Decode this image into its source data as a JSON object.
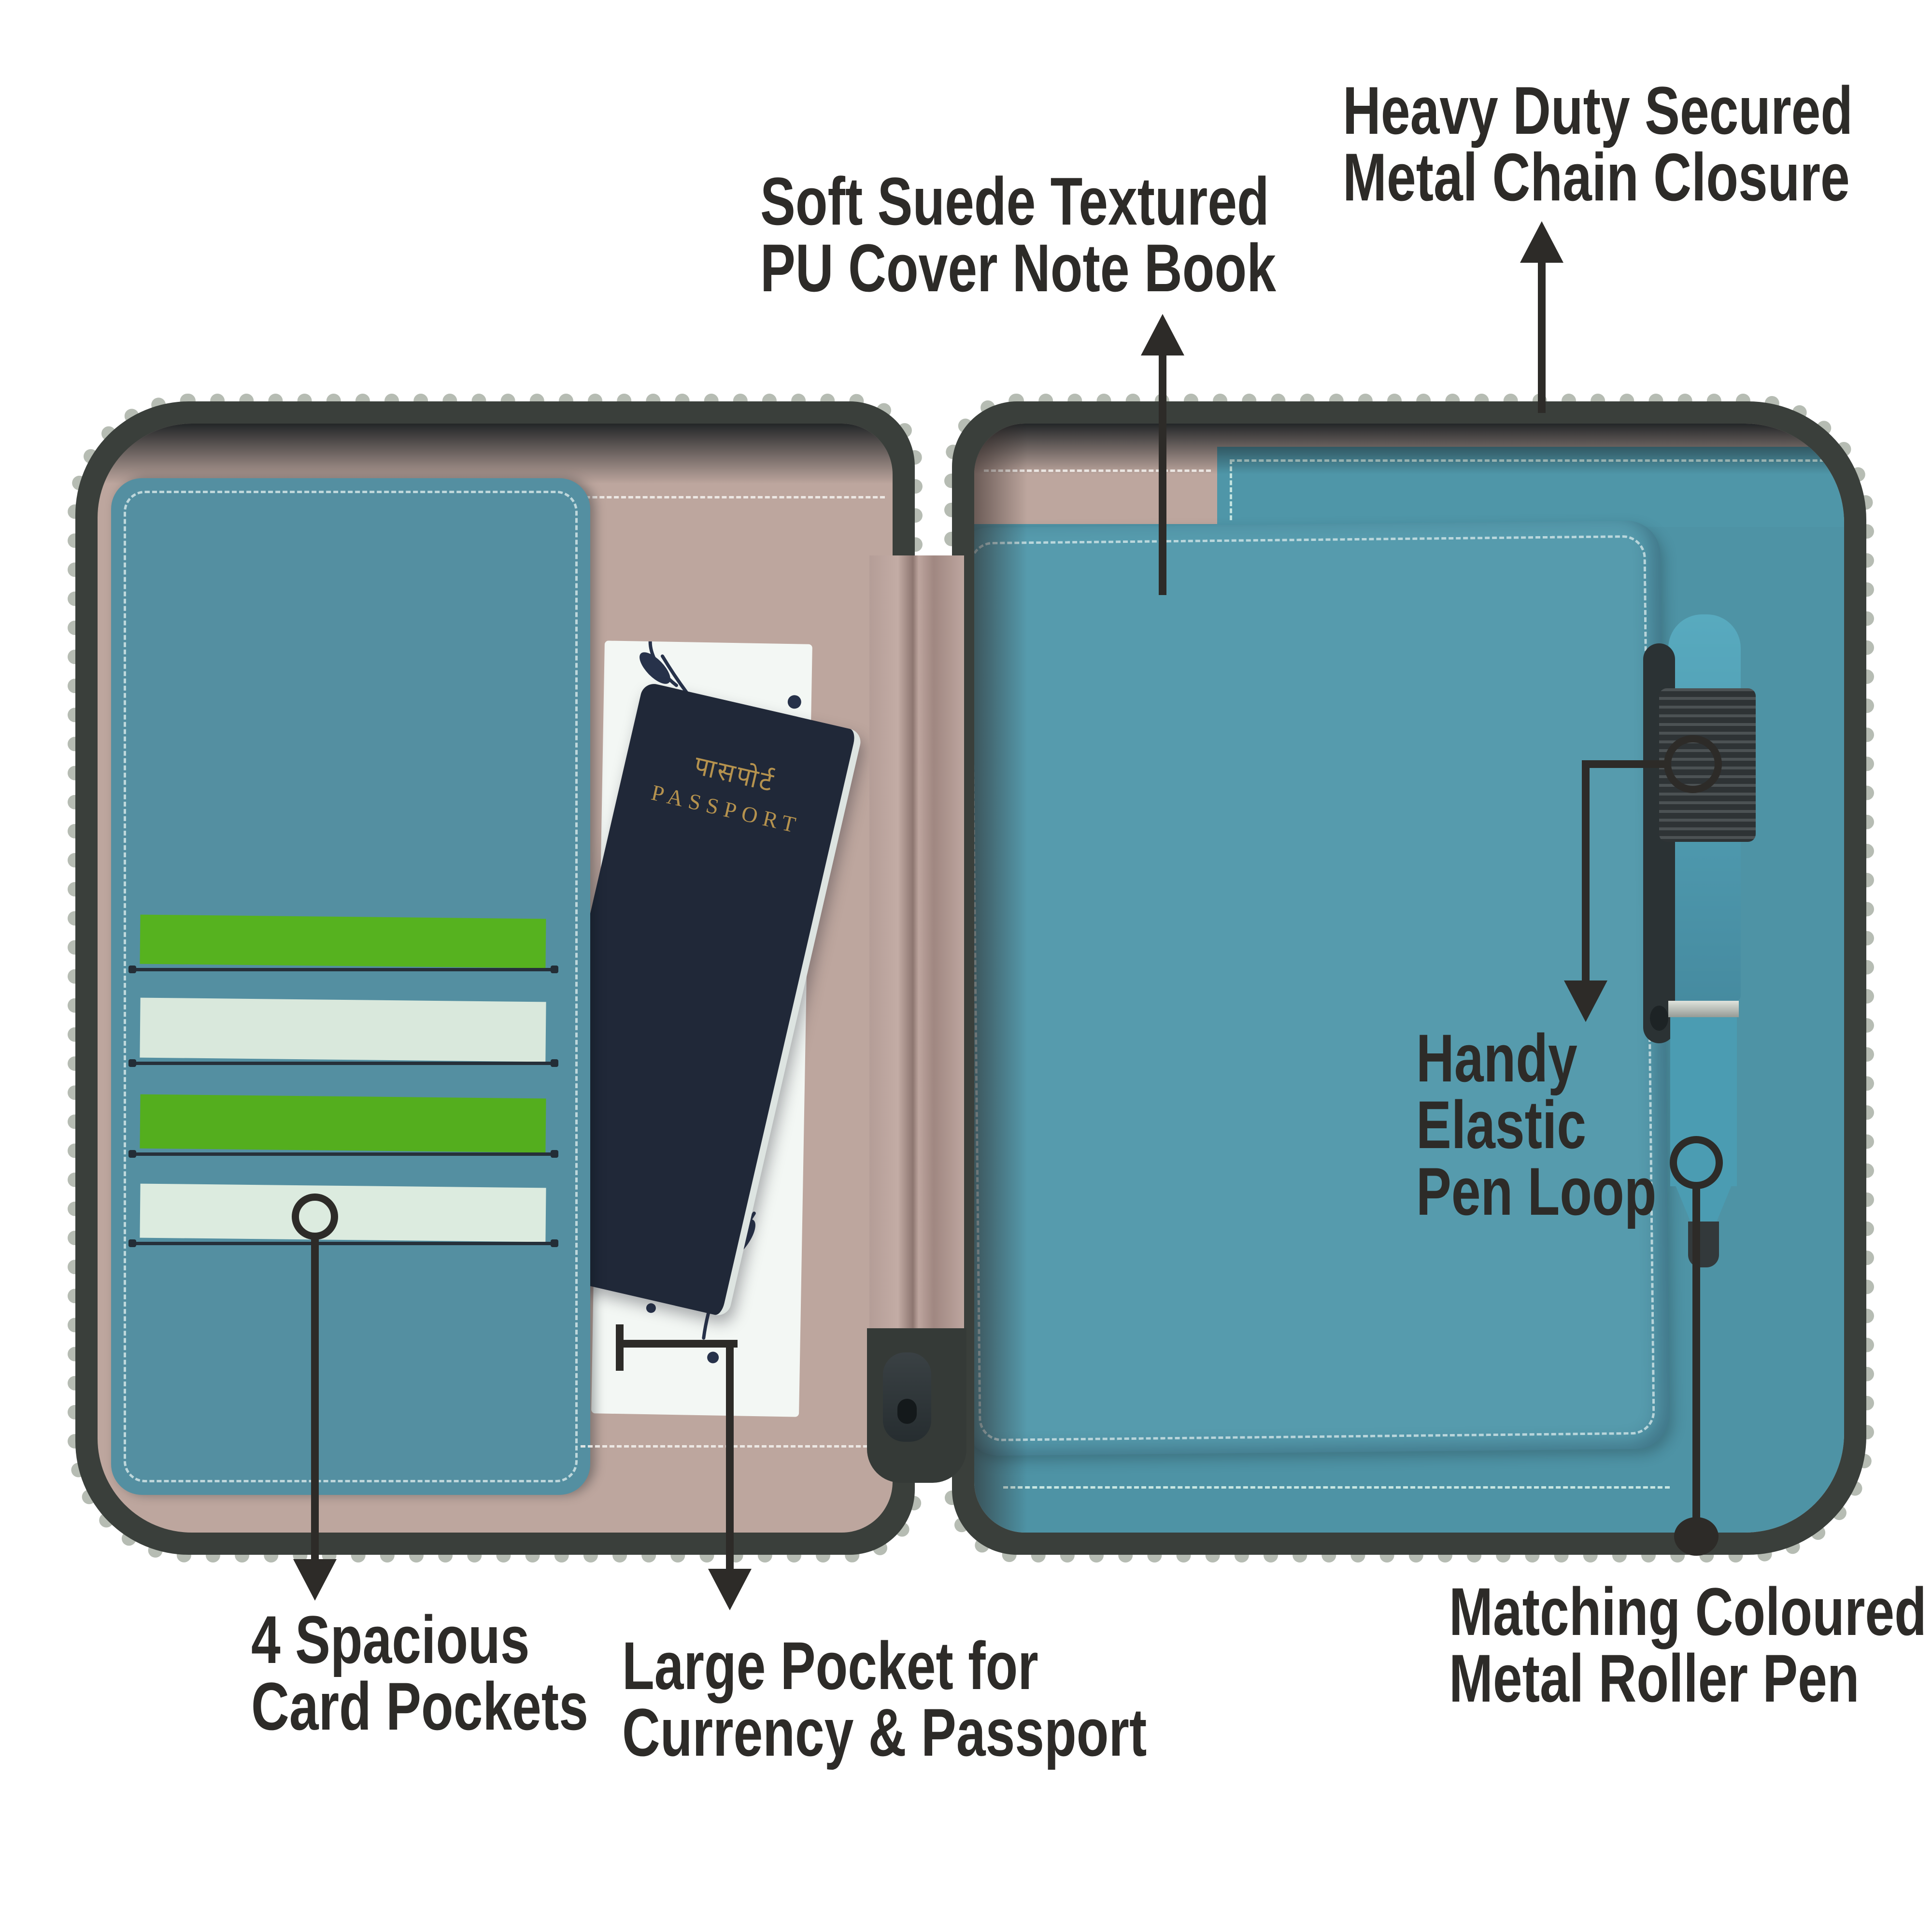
{
  "annotations": {
    "chain_closure": {
      "lines": [
        "Heavy Duty Secured",
        "Metal Chain Closure"
      ]
    },
    "notebook": {
      "lines": [
        "Soft Suede Textured",
        "PU Cover Note Book"
      ]
    },
    "pen_loop": {
      "lines": [
        "Handy",
        "Elastic",
        "Pen Loop"
      ]
    },
    "roller_pen": {
      "lines": [
        "Matching Coloured",
        "Metal Roller Pen"
      ]
    },
    "card_pockets": {
      "lines": [
        "4 Spacious",
        "Card Pockets"
      ]
    },
    "large_pocket": {
      "lines": [
        "Large Pocket for",
        "Currency & Passport"
      ]
    }
  },
  "product": {
    "passport": {
      "line1": "पासपोर्ट",
      "line2": "PASSPORT"
    },
    "card_pockets": {
      "count": 4,
      "card_colors": [
        "green",
        "mint",
        "green",
        "mint"
      ]
    }
  },
  "markers": [
    "circle-marker",
    "dot-marker",
    "arrow-up-icon",
    "arrow-down-icon",
    "tick-marker"
  ],
  "colors": {
    "background": "#ffffff",
    "annotation_ink": "#2d2b28",
    "teal_leather": "#548fa1",
    "teal_notebook": "#569bad",
    "teal_lining": "#4e93a5",
    "pink_suede": "#bda69e",
    "card_green": "#56b21f",
    "card_mint": "#d9e8dc",
    "passport_navy": "#202838",
    "passport_gold": "#b5924e",
    "zipper_tape": "#3a3f3b",
    "zipper_teeth": "#b6bcb3",
    "pen_teal": "#4b9cb2",
    "pen_dark": "#2b3234"
  }
}
